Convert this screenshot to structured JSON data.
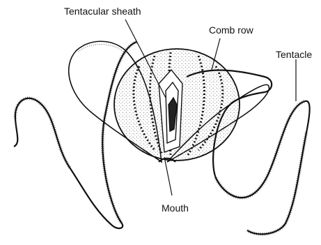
{
  "labels": {
    "tentacular_sheath": "Tentacular sheath",
    "comb_row": "Comb row",
    "tentacle": "Tentacle",
    "mouth": "Mouth"
  },
  "colors": {
    "ink": "#111111",
    "background": "#ffffff",
    "stipple": "#555555"
  }
}
